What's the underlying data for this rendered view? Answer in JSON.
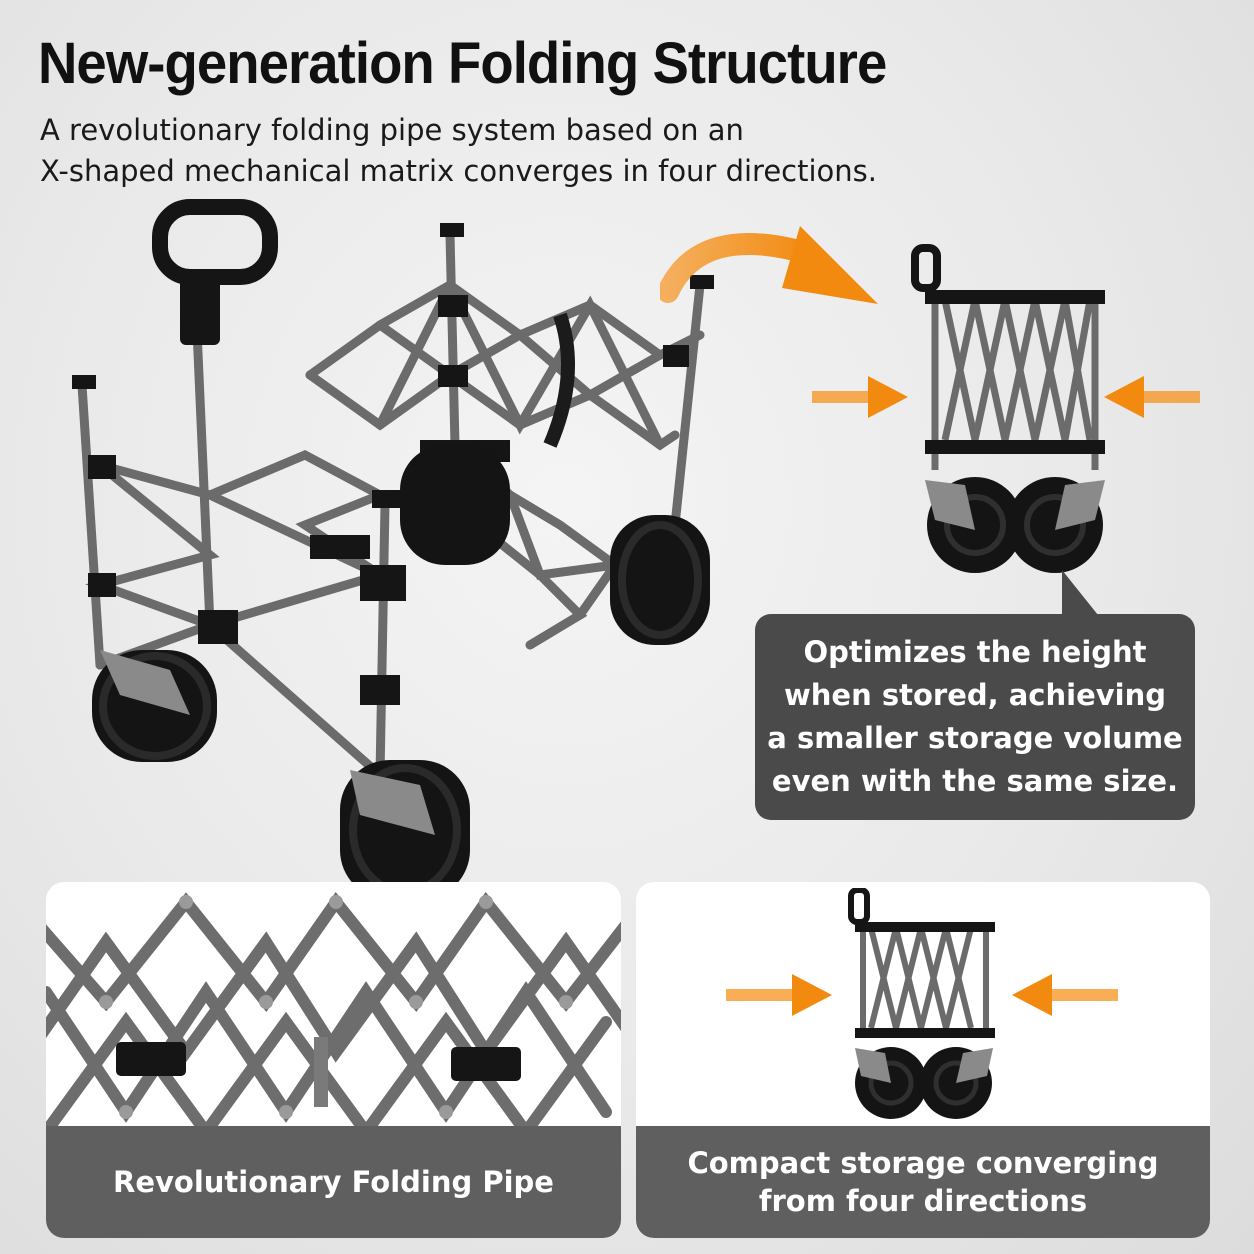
{
  "header": {
    "title": "New-generation Folding Structure",
    "subtitle_lines": [
      "A revolutionary folding pipe system based on an",
      "X-shaped mechanical matrix converges in four directions."
    ]
  },
  "callout": {
    "lines": [
      "Optimizes the height",
      "when stored, achieving",
      "a smaller storage volume",
      "even with the same size."
    ]
  },
  "panels": [
    {
      "caption_lines": [
        "Revolutionary Folding Pipe"
      ]
    },
    {
      "caption_lines": [
        "Compact storage converging",
        "from four directions"
      ]
    }
  ],
  "colors": {
    "accent_orange": "#f7931e",
    "callout_bg": "#4a4a4a",
    "panel_band": "#5f5f5f",
    "frame_gray": "#6b6b6b",
    "black_parts": "#151515"
  },
  "icons": {
    "curved_arrow": "curved-arrow-icon",
    "compress_arrows": "compress-arrow-icon"
  }
}
